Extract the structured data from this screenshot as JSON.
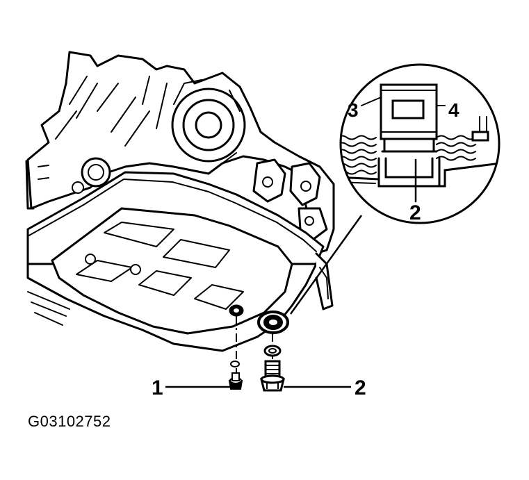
{
  "figure": {
    "code": "G03102752"
  },
  "callouts": {
    "main_1": "1",
    "main_2": "2",
    "detail_2": "2",
    "detail_3": "3",
    "detail_4": "4"
  },
  "colors": {
    "ink": "#000000",
    "paper": "#ffffff"
  }
}
